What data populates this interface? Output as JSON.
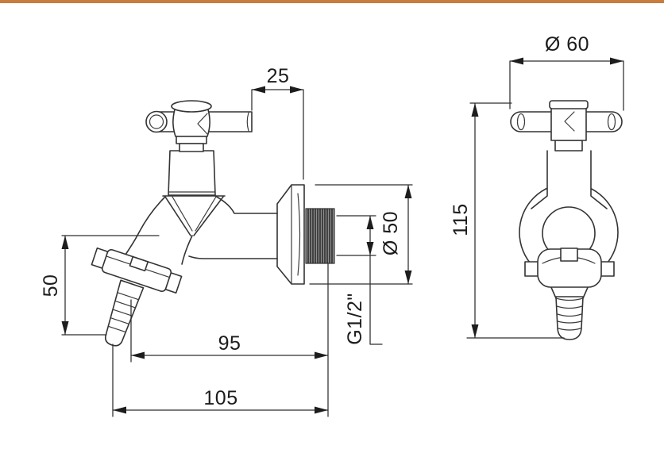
{
  "page": {
    "top_bar_color": "#c87c3e",
    "background_color": "#ffffff",
    "line_color": "#343434"
  },
  "drawing": {
    "description": "bib-tap-two-view-dimension-drawing",
    "labels": {
      "handle_offset": "25",
      "handle_width_dia": "Ø 60",
      "flange_dia": "Ø 50",
      "overall_height": "115",
      "spout_drop": "50",
      "reach_inner": "95",
      "reach_overall": "105",
      "thread_size": "G1/2\""
    }
  }
}
